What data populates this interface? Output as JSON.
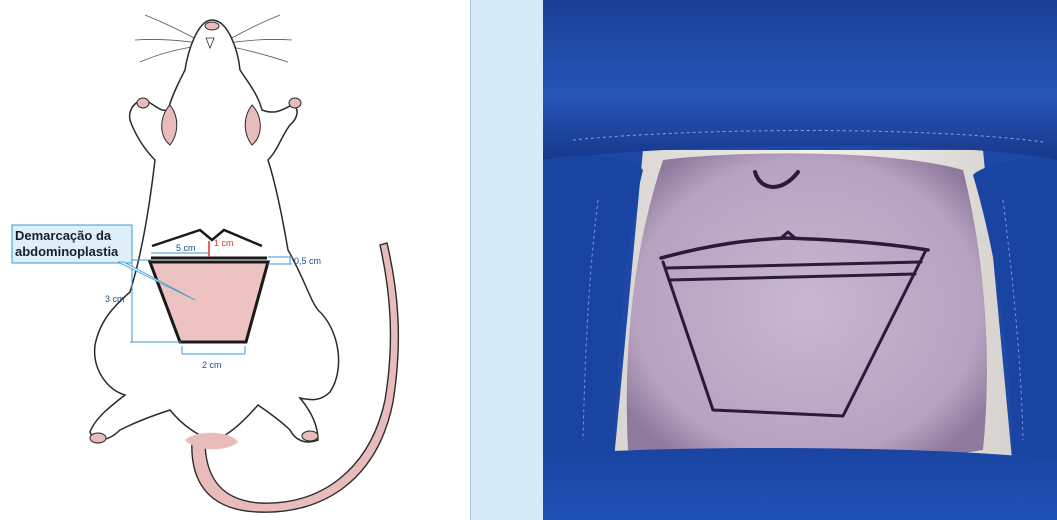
{
  "figure": {
    "callout_line1": "Demarcação da",
    "callout_line2": "abdominoplastia",
    "dim_width_top": "5 cm",
    "dim_top_offset": "1 cm",
    "dim_band": "0,5 cm",
    "dim_height": "3 cm",
    "dim_width_bottom": "2 cm"
  },
  "colors": {
    "rat_outline": "#2b2b2b",
    "rat_pink": "#e9bcbc",
    "flap_fill": "#edc3c1",
    "dimension_blue": "#3a9ad9",
    "marker_red": "#d9342b",
    "drape_blue": "#1f4fae",
    "sidebar_blue": "#d6eaf8"
  }
}
